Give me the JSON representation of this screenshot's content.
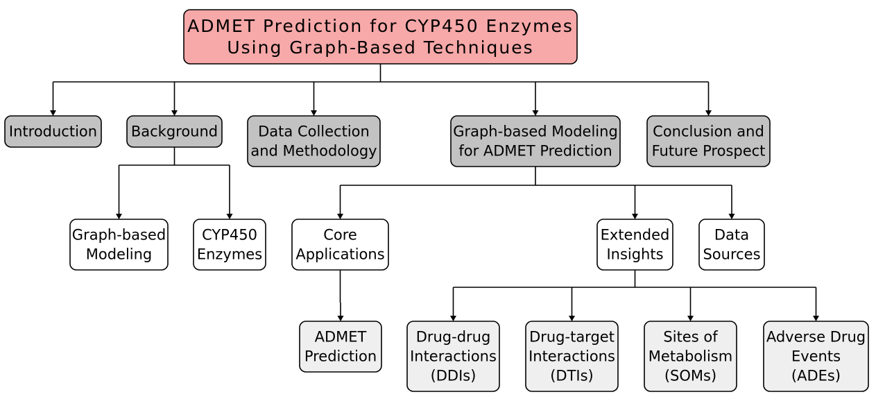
{
  "colors": {
    "root_fill": "#f7a8a8",
    "section_fill": "#c2c2c2",
    "topic_fill": "#ffffff",
    "leaf_fill": "#efefef",
    "line": "#000000"
  },
  "nodes": {
    "root": {
      "lines": [
        "ADMET Prediction for CYP450 Enzymes",
        "Using Graph-Based Techniques"
      ]
    },
    "introduction": {
      "lines": [
        "Introduction"
      ]
    },
    "background": {
      "lines": [
        "Background"
      ]
    },
    "data_collection": {
      "lines": [
        "Data Collection",
        "and Methodology"
      ]
    },
    "graph_modeling_admet": {
      "lines": [
        "Graph-based Modeling",
        "for ADMET Prediction"
      ]
    },
    "conclusion": {
      "lines": [
        "Conclusion and",
        "Future Prospect"
      ]
    },
    "graph_based_modeling": {
      "lines": [
        "Graph-based",
        "Modeling"
      ]
    },
    "cyp450_enzymes": {
      "lines": [
        "CYP450",
        "Enzymes"
      ]
    },
    "core_applications": {
      "lines": [
        "Core",
        "Applications"
      ]
    },
    "extended_insights": {
      "lines": [
        "Extended",
        "Insights"
      ]
    },
    "data_sources": {
      "lines": [
        "Data",
        "Sources"
      ]
    },
    "admet_prediction": {
      "lines": [
        "ADMET",
        "Prediction"
      ]
    },
    "ddis": {
      "lines": [
        "Drug-drug",
        "Interactions",
        "(DDIs)"
      ]
    },
    "dtis": {
      "lines": [
        "Drug-target",
        "Interactions",
        "(DTIs)"
      ]
    },
    "soms": {
      "lines": [
        "Sites of",
        "Metabolism",
        "(SOMs)"
      ]
    },
    "ades": {
      "lines": [
        "Adverse Drug",
        "Events",
        "(ADEs)"
      ]
    }
  },
  "edges": [
    {
      "from": "root",
      "to": [
        "introduction",
        "background",
        "data_collection",
        "graph_modeling_admet",
        "conclusion"
      ]
    },
    {
      "from": "background",
      "to": [
        "graph_based_modeling",
        "cyp450_enzymes"
      ]
    },
    {
      "from": "graph_modeling_admet",
      "to": [
        "core_applications",
        "extended_insights",
        "data_sources"
      ]
    },
    {
      "from": "core_applications",
      "to": [
        "admet_prediction"
      ]
    },
    {
      "from": "extended_insights",
      "to": [
        "ddis",
        "dtis",
        "soms",
        "ades"
      ]
    }
  ]
}
